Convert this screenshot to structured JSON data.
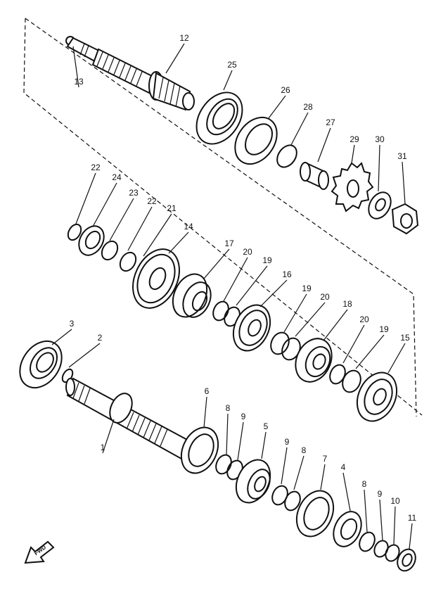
{
  "parts": [
    {
      "id": "p1",
      "label": "1"
    },
    {
      "id": "p2",
      "label": "2"
    },
    {
      "id": "p3",
      "label": "3"
    },
    {
      "id": "p4",
      "label": "4"
    },
    {
      "id": "p5",
      "label": "5"
    },
    {
      "id": "p6",
      "label": "6"
    },
    {
      "id": "p7",
      "label": "7"
    },
    {
      "id": "p8a",
      "label": "8"
    },
    {
      "id": "p8b",
      "label": "8"
    },
    {
      "id": "p8c",
      "label": "8"
    },
    {
      "id": "p9a",
      "label": "9"
    },
    {
      "id": "p9b",
      "label": "9"
    },
    {
      "id": "p9c",
      "label": "9"
    },
    {
      "id": "p10",
      "label": "10"
    },
    {
      "id": "p11",
      "label": "11"
    },
    {
      "id": "p12",
      "label": "12"
    },
    {
      "id": "p13",
      "label": "13"
    },
    {
      "id": "p14",
      "label": "14"
    },
    {
      "id": "p15",
      "label": "15"
    },
    {
      "id": "p16",
      "label": "16"
    },
    {
      "id": "p17",
      "label": "17"
    },
    {
      "id": "p18",
      "label": "18"
    },
    {
      "id": "p19a",
      "label": "19"
    },
    {
      "id": "p19b",
      "label": "19"
    },
    {
      "id": "p19c",
      "label": "19"
    },
    {
      "id": "p20a",
      "label": "20"
    },
    {
      "id": "p20b",
      "label": "20"
    },
    {
      "id": "p20c",
      "label": "20"
    },
    {
      "id": "p21",
      "label": "21"
    },
    {
      "id": "p22a",
      "label": "22"
    },
    {
      "id": "p22b",
      "label": "22"
    },
    {
      "id": "p23",
      "label": "23"
    },
    {
      "id": "p24",
      "label": "24"
    },
    {
      "id": "p25",
      "label": "25"
    },
    {
      "id": "p26",
      "label": "26"
    },
    {
      "id": "p27",
      "label": "27"
    },
    {
      "id": "p28",
      "label": "28"
    },
    {
      "id": "p29",
      "label": "29"
    },
    {
      "id": "p30",
      "label": "30"
    },
    {
      "id": "p31",
      "label": "31"
    }
  ],
  "fwd_mark": "FWD"
}
